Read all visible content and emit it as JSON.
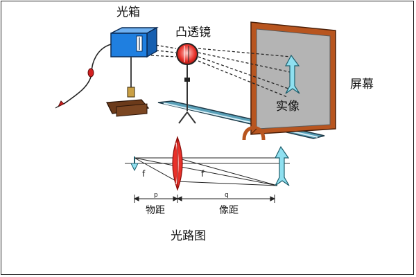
{
  "labels": {
    "light_box": "光箱",
    "convex_lens": "凸透镜",
    "screen": "屏幕",
    "real_image": "实像",
    "focal_f_left": "f",
    "focal_f_right": "f",
    "object_distance_symbol": "p",
    "image_distance_symbol": "q",
    "object_distance": "物距",
    "image_distance": "像距",
    "ray_diagram": "光路图"
  },
  "colors": {
    "light_box": "#1f7fe0",
    "lens": "#e8312a",
    "arrow": "#8fe0f0",
    "screen_frame": "#b8551f",
    "screen_face": "#b4b4b4",
    "stand": "#6b3a1a",
    "rail": "#5aa0b8",
    "cord": "#d22020"
  }
}
